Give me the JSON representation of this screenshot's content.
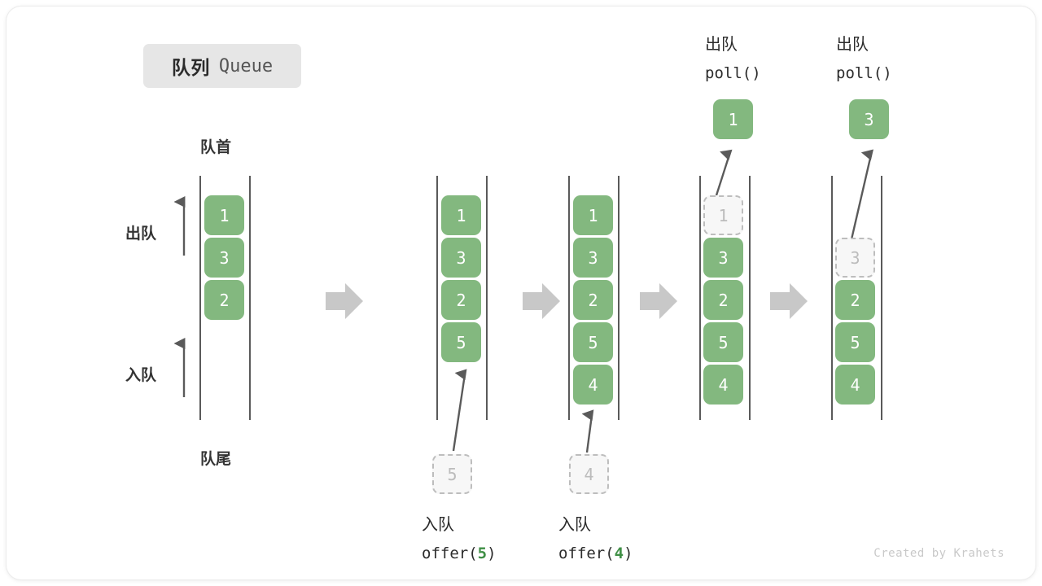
{
  "title": {
    "cn": "队列",
    "en": "Queue"
  },
  "labels": {
    "head": "队首",
    "tail": "队尾",
    "dequeue": "出队",
    "enqueue": "入队"
  },
  "colors": {
    "cell_fill": "#83b87f",
    "cell_text": "#ffffff",
    "ghost_fill": "#f7f7f7",
    "ghost_border": "#bdbdbd",
    "ghost_text": "#bcbcbc",
    "rail": "#5a5a5a",
    "arrow": "#5a5a5a",
    "step_arrow": "#c8c8c8",
    "badge_bg": "#e6e6e6",
    "accent_arg": "#3f8f45",
    "watermark": "#c9c9c9"
  },
  "side_arrows": [
    {
      "name": "dequeue",
      "label": "出队"
    },
    {
      "name": "enqueue",
      "label": "入队"
    }
  ],
  "columns": [
    {
      "id": "state-initial",
      "cells": [
        {
          "value": "1",
          "ghost": false
        },
        {
          "value": "3",
          "ghost": false
        },
        {
          "value": "2",
          "ghost": false
        }
      ],
      "top_op": null,
      "top_cell": null,
      "bottom_cell": null,
      "bottom_op": null
    },
    {
      "id": "state-after-offer-5",
      "cells": [
        {
          "value": "1",
          "ghost": false
        },
        {
          "value": "3",
          "ghost": false
        },
        {
          "value": "2",
          "ghost": false
        },
        {
          "value": "5",
          "ghost": false
        }
      ],
      "top_op": null,
      "top_cell": null,
      "bottom_cell": {
        "value": "5",
        "ghost": true
      },
      "bottom_op": {
        "cn": "入队",
        "code_pre": "offer(",
        "arg": "5",
        "code_post": ")"
      }
    },
    {
      "id": "state-after-offer-4",
      "cells": [
        {
          "value": "1",
          "ghost": false
        },
        {
          "value": "3",
          "ghost": false
        },
        {
          "value": "2",
          "ghost": false
        },
        {
          "value": "5",
          "ghost": false
        },
        {
          "value": "4",
          "ghost": false
        }
      ],
      "top_op": null,
      "top_cell": null,
      "bottom_cell": {
        "value": "4",
        "ghost": true
      },
      "bottom_op": {
        "cn": "入队",
        "code_pre": "offer(",
        "arg": "4",
        "code_post": ")"
      }
    },
    {
      "id": "state-after-poll-1",
      "cells": [
        {
          "value": "1",
          "ghost": true
        },
        {
          "value": "3",
          "ghost": false
        },
        {
          "value": "2",
          "ghost": false
        },
        {
          "value": "5",
          "ghost": false
        },
        {
          "value": "4",
          "ghost": false
        }
      ],
      "top_op": {
        "cn": "出队",
        "code": "poll()"
      },
      "top_cell": {
        "value": "1",
        "ghost": false
      },
      "bottom_cell": null,
      "bottom_op": null
    },
    {
      "id": "state-after-poll-3",
      "cells": [
        {
          "value": "3",
          "ghost": true
        },
        {
          "value": "2",
          "ghost": false
        },
        {
          "value": "5",
          "ghost": false
        },
        {
          "value": "4",
          "ghost": false
        }
      ],
      "top_op": {
        "cn": "出队",
        "code": "poll()"
      },
      "top_cell": {
        "value": "3",
        "ghost": false
      },
      "bottom_cell": null,
      "bottom_op": null
    }
  ],
  "step_arrows_count": 4,
  "watermark": "Created by Krahets"
}
